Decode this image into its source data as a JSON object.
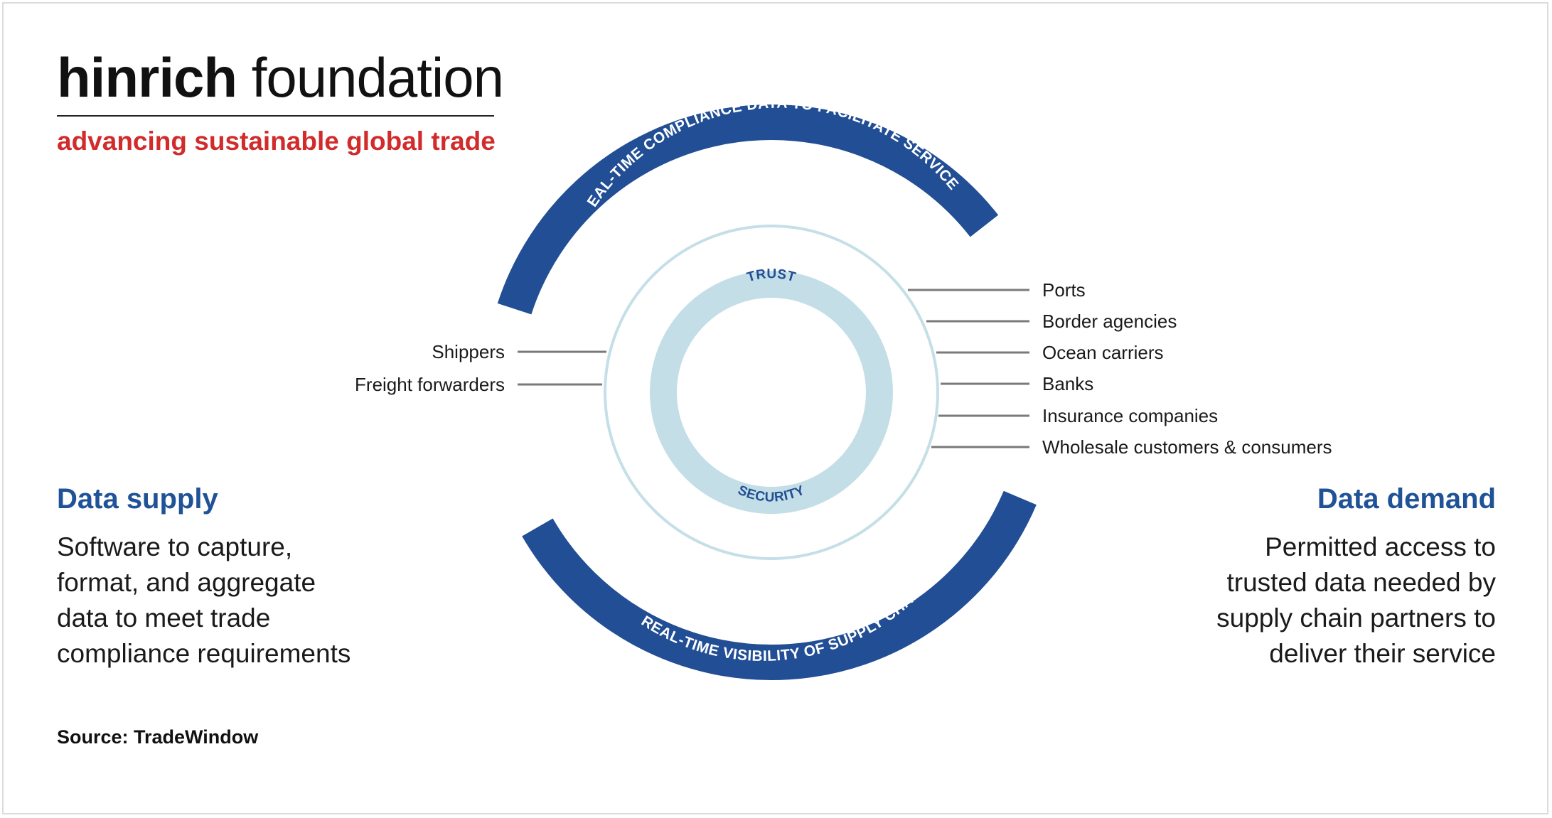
{
  "brand": {
    "name_bold": "hinrich",
    "name_light": "foundation",
    "tagline": "advancing sustainable global trade"
  },
  "diagram": {
    "outer_top_arc_label": "REAL-TIME COMPLIANCE DATA TO FACILITATE SERVICES",
    "outer_bottom_arc_label": "REAL-TIME VISIBILITY OF SUPPLY CHAIN",
    "inner_top_label": "TRUST",
    "inner_bottom_label": "SECURITY",
    "supply_side_items": [
      "Shippers",
      "Freight forwarders"
    ],
    "demand_side_items": [
      "Ports",
      "Border agencies",
      "Ocean carriers",
      "Banks",
      "Insurance companies",
      "Wholesale customers & consumers"
    ],
    "colors": {
      "arc": "#214e94",
      "ring_outer": "#c5dfe8",
      "ring_inner": "#c3dee6",
      "connector": "#7a7a7a",
      "label_dark": "#214e94",
      "heading": "#1f5296",
      "tagline": "#d22b2b"
    }
  },
  "supply": {
    "heading": "Data supply",
    "body": "Software to capture,\nformat, and aggregate\ndata to meet trade\ncompliance requirements"
  },
  "demand": {
    "heading": "Data demand",
    "body": "Permitted access to\ntrusted data needed by\nsupply chain partners to\ndeliver their service"
  },
  "source": "Source: TradeWindow"
}
